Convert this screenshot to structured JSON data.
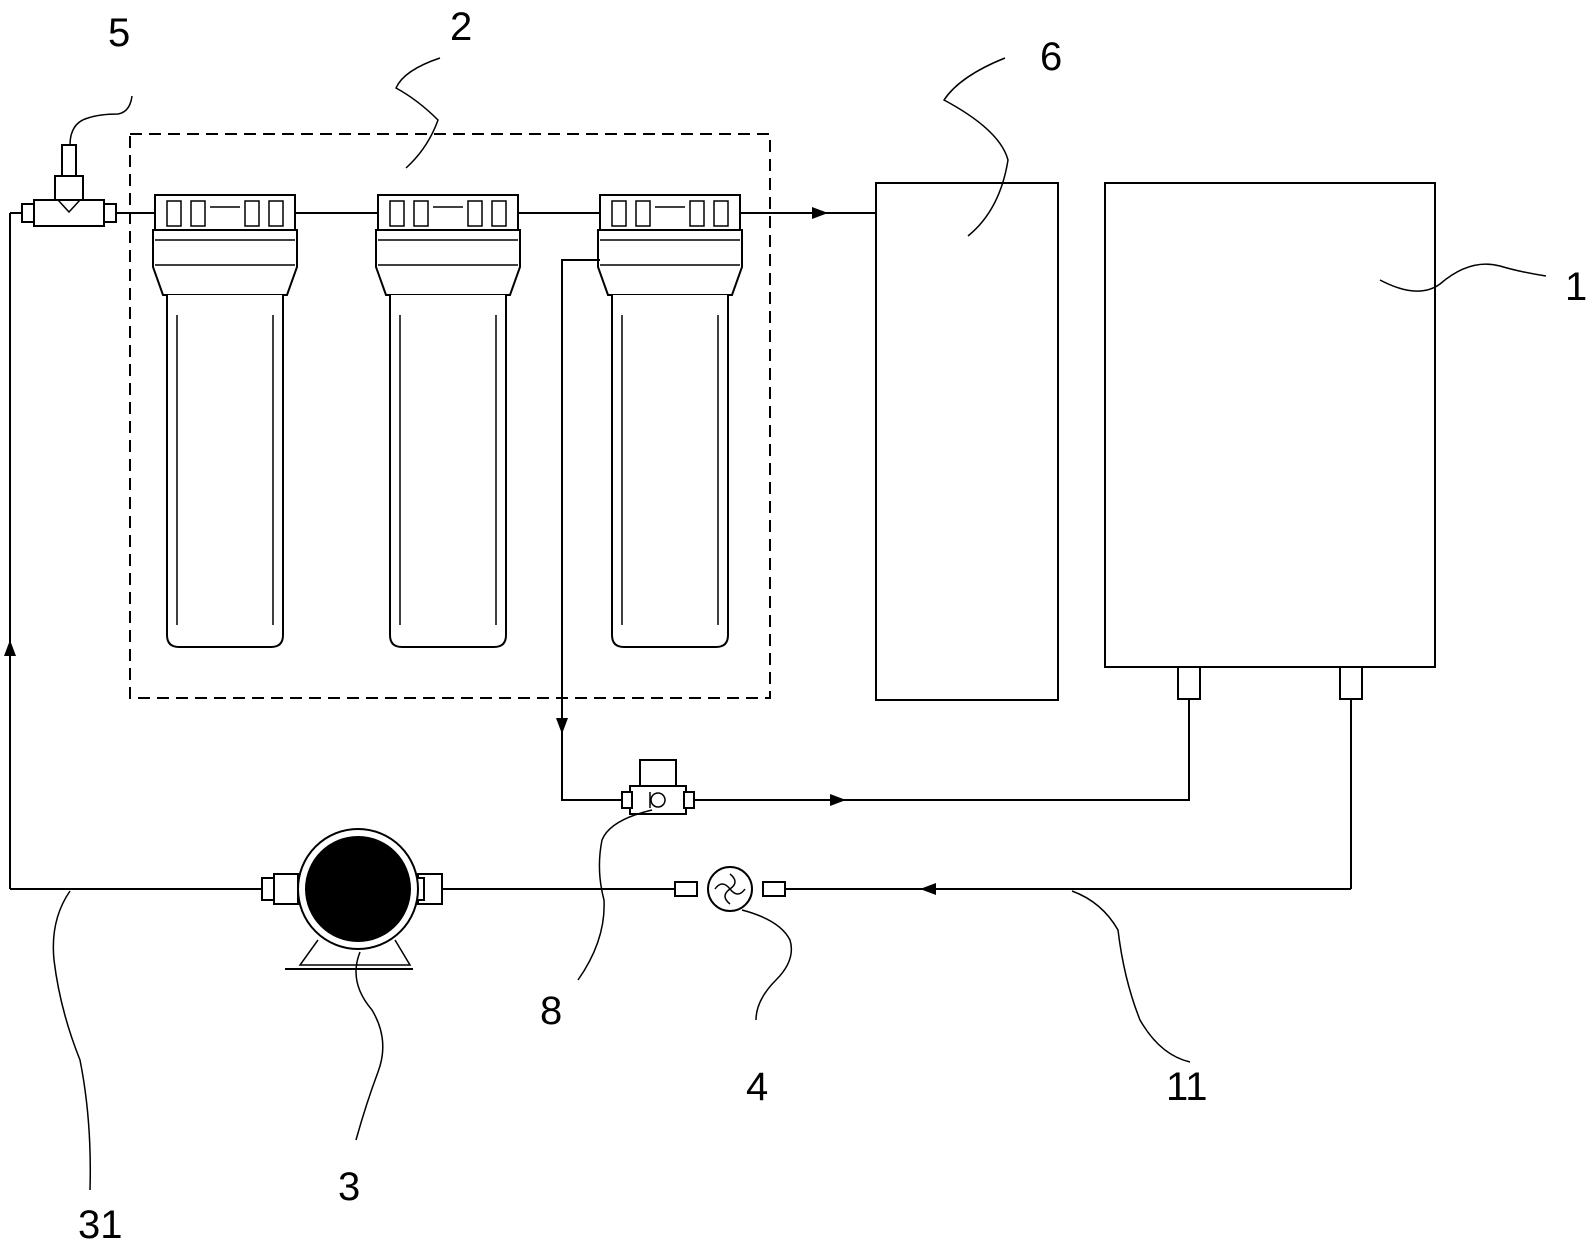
{
  "labels": {
    "water_tank": "1",
    "filter_assembly": "2",
    "pump": "3",
    "flow_meter": "4",
    "sensor": "5",
    "purifier_unit": "6",
    "valve": "8",
    "return_pipe": "11",
    "supply_pipe": "31"
  },
  "colors": {
    "line": "#000000",
    "background": "#ffffff"
  }
}
